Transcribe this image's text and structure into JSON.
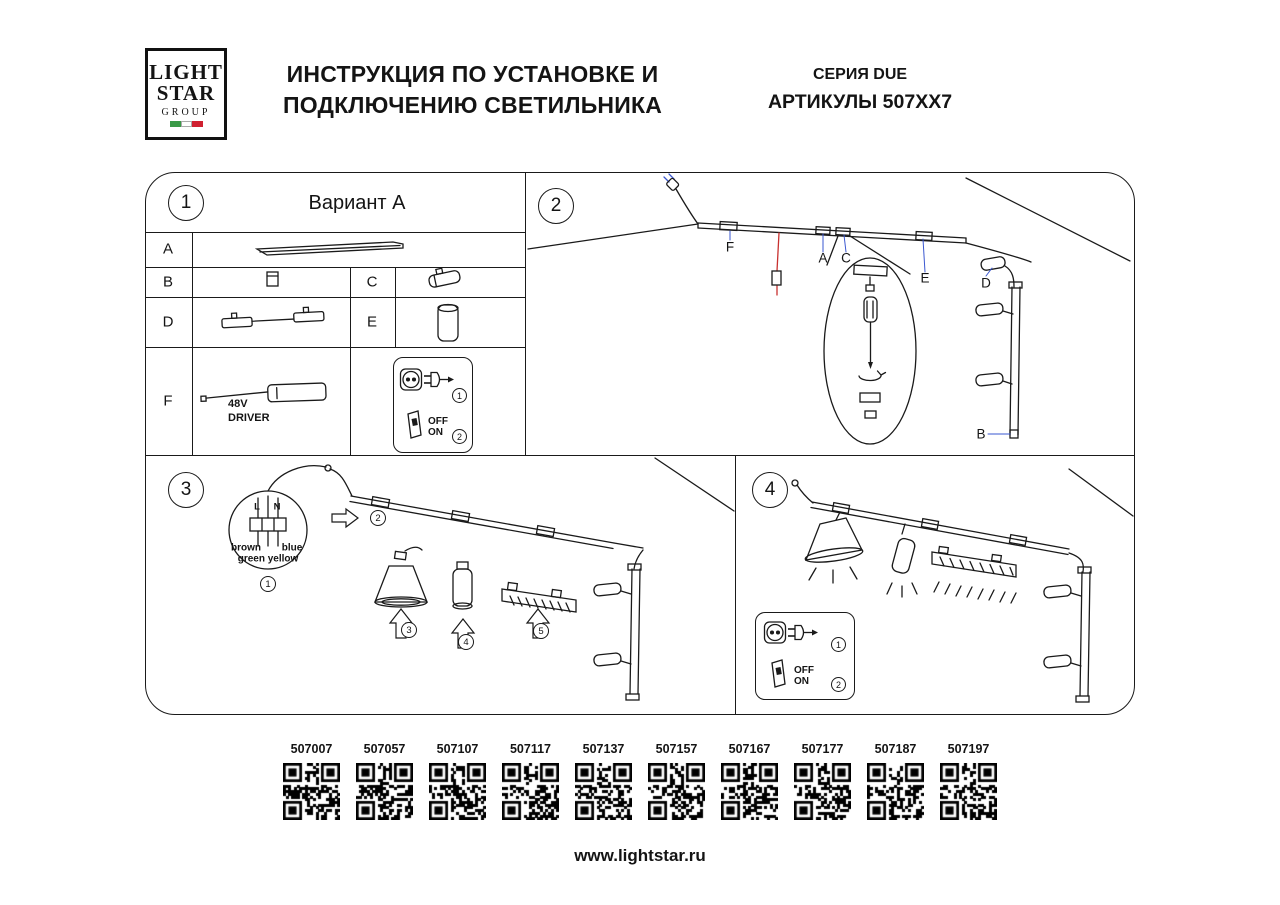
{
  "header": {
    "logo": {
      "line1": "LIGHT",
      "line2": "STAR",
      "line3": "GROUP"
    },
    "title": {
      "line1": "ИНСТРУКЦИЯ ПО УСТАНОВКЕ И",
      "line2": "ПОДКЛЮЧЕНИЮ СВЕТИЛЬНИКА"
    },
    "series": "СЕРИЯ DUE",
    "articles": "АРТИКУЛЫ 507XX7"
  },
  "section1": {
    "number": "1",
    "title": "Вариант А"
  },
  "section2": {
    "number": "2"
  },
  "section3": {
    "number": "3"
  },
  "section4": {
    "number": "4"
  },
  "parts": {
    "a": "A",
    "b": "B",
    "c": "C",
    "d": "D",
    "e": "E",
    "f": "F",
    "driver_line1": "48V",
    "driver_line2": "DRIVER"
  },
  "power_box": {
    "step1": "1",
    "step2": "2",
    "off": "OFF",
    "on": "ON"
  },
  "diagram2_labels": {
    "f": "F",
    "a": "A",
    "c": "C",
    "e": "E",
    "d": "D",
    "b": "B"
  },
  "diagram3_labels": {
    "l": "L",
    "n": "N",
    "brown": "brown",
    "blue": "blue",
    "green_yellow": "green yellow",
    "step1": "1",
    "step2": "2",
    "step3": "3",
    "step4": "4",
    "step5": "5"
  },
  "qr_items": [
    "507007",
    "507057",
    "507107",
    "507117",
    "507137",
    "507157",
    "507167",
    "507177",
    "507187",
    "507197"
  ],
  "footer": {
    "website": "www.lightstar.ru"
  },
  "colors": {
    "leader_blue": "#3a57d0",
    "wire_red": "#c8312f",
    "flag_green": "#3a9a47",
    "flag_red": "#cf2030",
    "ink": "#1a1a1a"
  }
}
